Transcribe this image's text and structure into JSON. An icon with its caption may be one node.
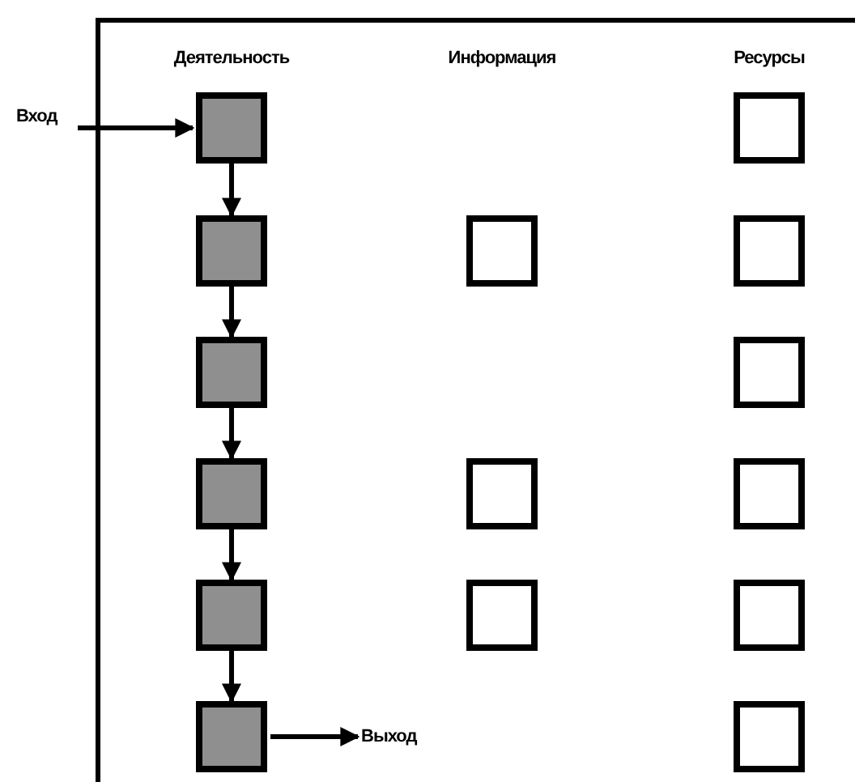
{
  "diagram": {
    "nodes": [
      {
        "text": [
          "Вход"
        ]
      },
      {
        "text": [],
        "shape": "box"
      },
      {
        "text": [],
        "shape": "box"
      },
      {
        "text": [],
        "shape": "box"
      },
      {
        "text": [],
        "shape": "box"
      },
      {
        "text": [],
        "shape": "box"
      },
      {
        "text": [],
        "shape": "box"
      },
      {
        "text": [],
        "shape": "box"
      },
      {
        "text": [],
        "shape": "box"
      },
      {
        "text": [],
        "shape": "box"
      },
      {
        "text": [],
        "shape": "box"
      },
      {
        "text": [],
        "shape": "box"
      },
      {
        "text": [],
        "shape": "box"
      },
      {
        "text": [],
        "shape": "box"
      },
      {
        "text": [],
        "shape": "box"
      },
      {
        "text": [
          "Выход"
        ]
      },
      {
        "text": [],
        "shape": "box"
      }
    ],
    "edges": [
      {
        "from": 0,
        "to": 1,
        "arrow": "to"
      },
      {
        "from": 1,
        "to": 3,
        "arrow": "to"
      },
      {
        "from": 3,
        "to": 6,
        "arrow": "to"
      },
      {
        "from": 6,
        "to": 8,
        "arrow": "to"
      },
      {
        "from": 8,
        "to": 11,
        "arrow": "to"
      },
      {
        "from": 11,
        "to": 14,
        "arrow": "to"
      },
      {
        "from": 14,
        "to": 15,
        "arrow": "to"
      }
    ],
    "labels": [
      "Деятельность",
      "Информация",
      "Ресурсы"
    ]
  }
}
